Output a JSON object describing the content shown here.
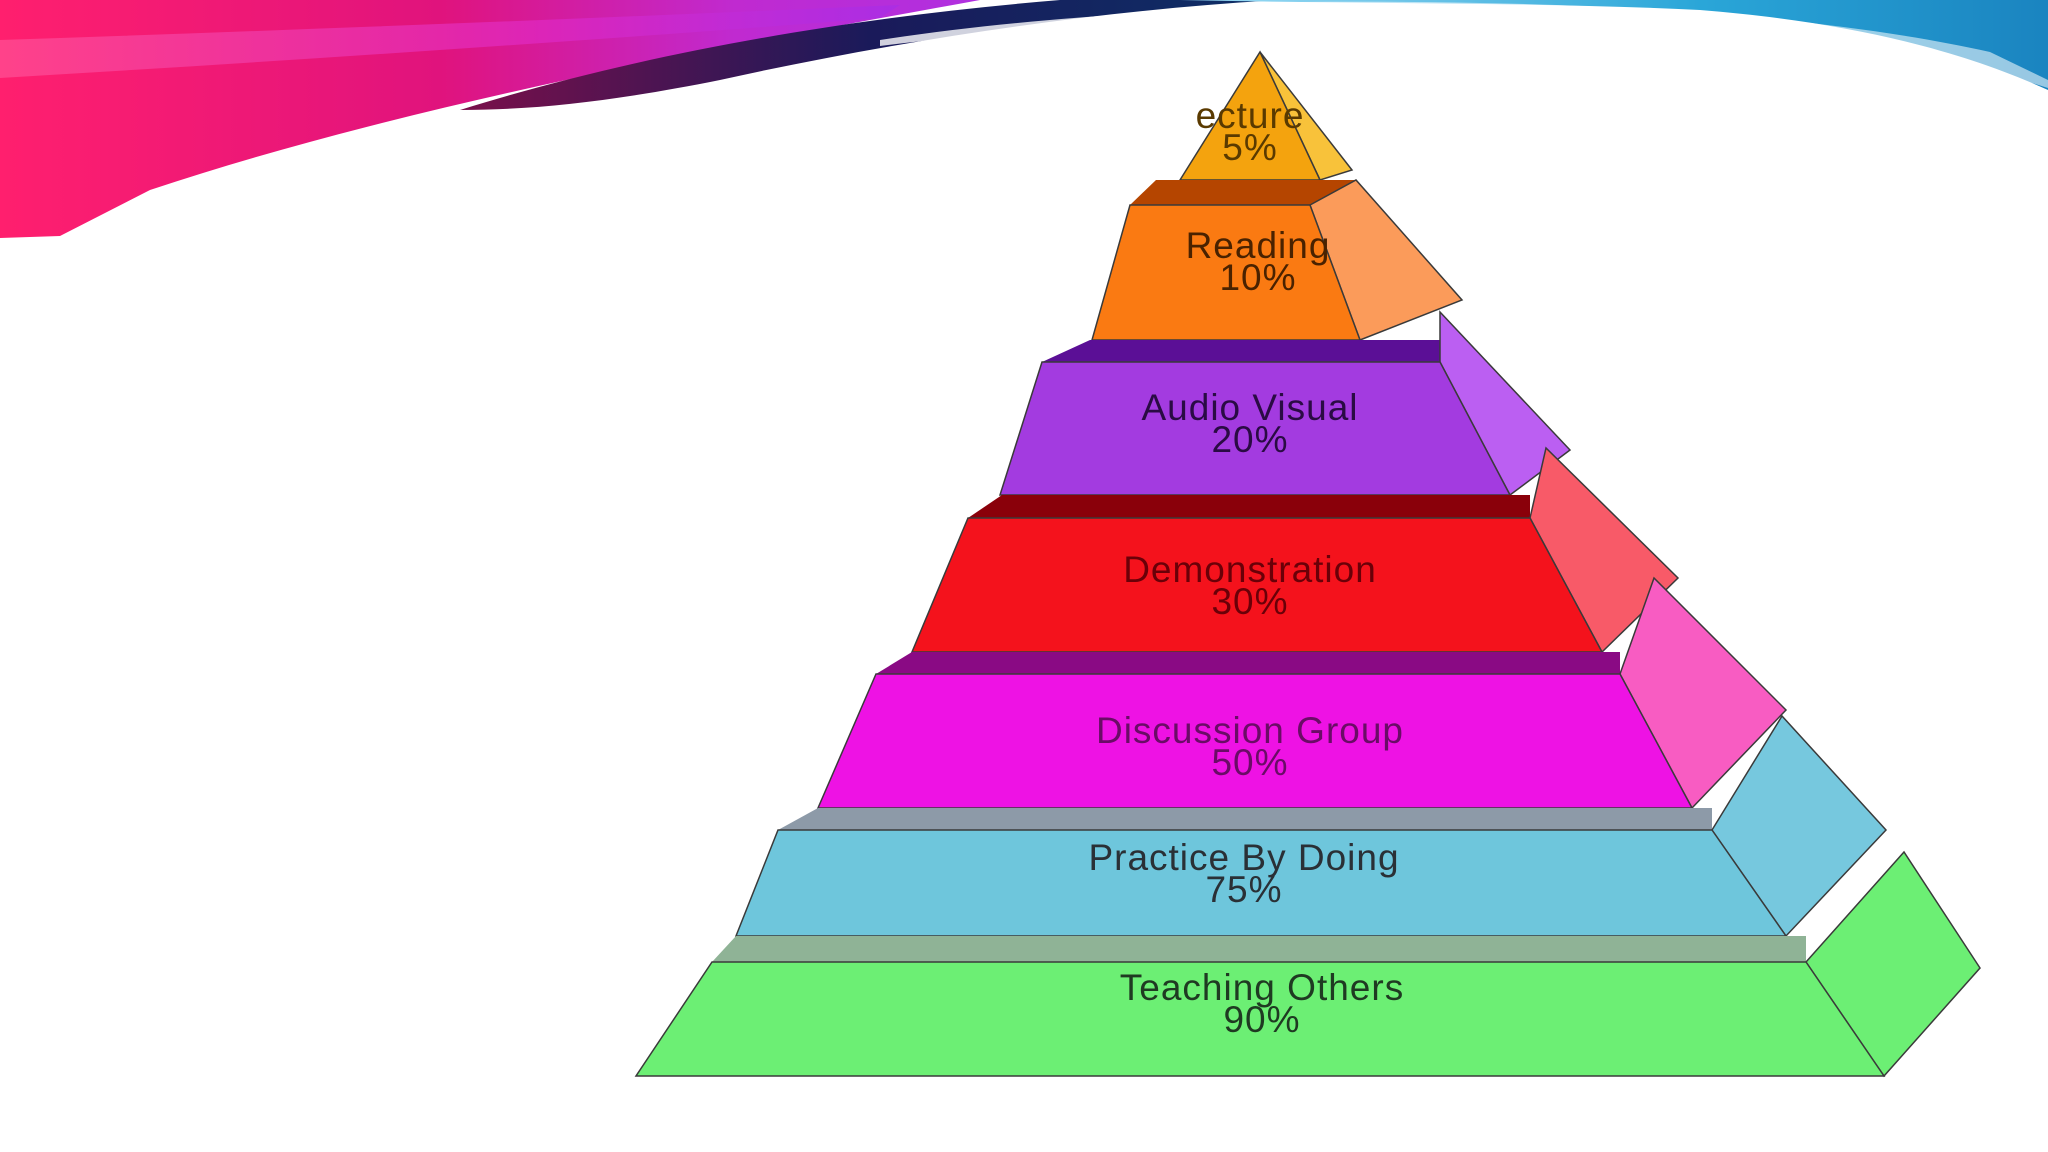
{
  "pyramid": {
    "tiers": [
      {
        "name": "Lecture",
        "visible_text": "ecture",
        "percent": "5%",
        "front_color": "#f4a30e",
        "side_color": "#f8c23a",
        "step_color": "#c57a00",
        "text_color": "#5a3a00"
      },
      {
        "name": "Reading",
        "visible_text": "Reading",
        "percent": "10%",
        "front_color": "#fa7a12",
        "side_color": "#fb9b5a",
        "step_color": "#b54500",
        "text_color": "#4a2200"
      },
      {
        "name": "Audio Visual",
        "visible_text": "Audio Visual",
        "percent": "20%",
        "front_color": "#a33be0",
        "side_color": "#bb5ff2",
        "step_color": "#5b0f96",
        "text_color": "#2a0b44"
      },
      {
        "name": "Demonstration",
        "visible_text": "Demonstration",
        "percent": "30%",
        "front_color": "#f4121c",
        "side_color": "#f85a68",
        "step_color": "#8a000a",
        "text_color": "#6a0008"
      },
      {
        "name": "Discussion Group",
        "visible_text": "Discussion Group",
        "percent": "50%",
        "front_color": "#ee12e4",
        "side_color": "#f85cc2",
        "step_color": "#8a0a84",
        "text_color": "#6a0c66"
      },
      {
        "name": "Practice By Doing",
        "visible_text": "Practice By Doing",
        "percent": "75%",
        "front_color": "#6ec6dc",
        "side_color": "#76c8de",
        "step_color": "#8d9aa8",
        "text_color": "#2a3036"
      },
      {
        "name": "Teaching Others",
        "visible_text": "Teaching Others",
        "percent": "90%",
        "front_color": "#6cef74",
        "side_color": "#6cef74",
        "step_color": "#8fb396",
        "text_color": "#1f3a22"
      }
    ]
  },
  "banner": {
    "pink": "#e0137d",
    "magenta": "#d428d8",
    "navy": "#102a5c",
    "cyan": "#2aa6d8"
  }
}
